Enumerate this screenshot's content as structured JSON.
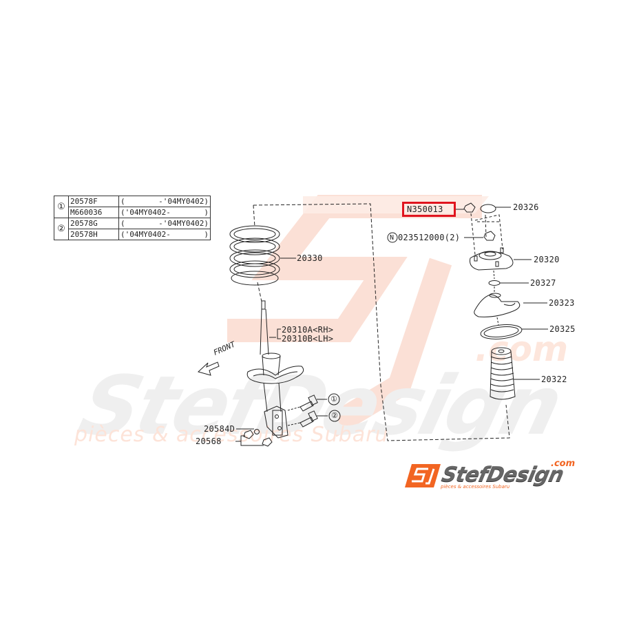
{
  "watermark": {
    "brand": "StefDesign",
    "domain_suffix": ".com",
    "tagline": "pièces & accessoires Subaru"
  },
  "logo": {
    "badge": "SJ",
    "brand": "StefDesign",
    "domain_suffix": ".com",
    "tagline": "pièces & accessoires Subaru",
    "colors": {
      "orange": "#f26522",
      "gray": "#666666"
    }
  },
  "parts_table": {
    "groups": [
      {
        "ref": "①",
        "rows": [
          {
            "part": "20578F",
            "range_left": "(",
            "range_right": "-'04MY0402)"
          },
          {
            "part": "M660036",
            "range_left": "('04MY0402-",
            "range_right": ")"
          }
        ]
      },
      {
        "ref": "②",
        "rows": [
          {
            "part": "20578G",
            "range_left": "(",
            "range_right": "-'04MY0402)"
          },
          {
            "part": "20578H",
            "range_left": "('04MY0402-",
            "range_right": ")"
          }
        ]
      }
    ]
  },
  "callouts": {
    "highlighted": "N350013",
    "highlight_color": "#e0141e",
    "nut_flange": "023512000(2)",
    "nut_flange_prefix": "N",
    "cap": "20326",
    "strut_mount": "20320",
    "washer": "20327",
    "spring_seat": "20323",
    "rubber_seat": "20325",
    "bump_boot": "20322",
    "coil_spring": "20330",
    "strut_rh": "20310A<RH>",
    "strut_lh": "20310B<LH>",
    "front_label": "FRONT",
    "bolt_ref_1": "①",
    "bolt_ref_2": "②",
    "washer_small": "20584D",
    "nut_lower": "20568"
  }
}
